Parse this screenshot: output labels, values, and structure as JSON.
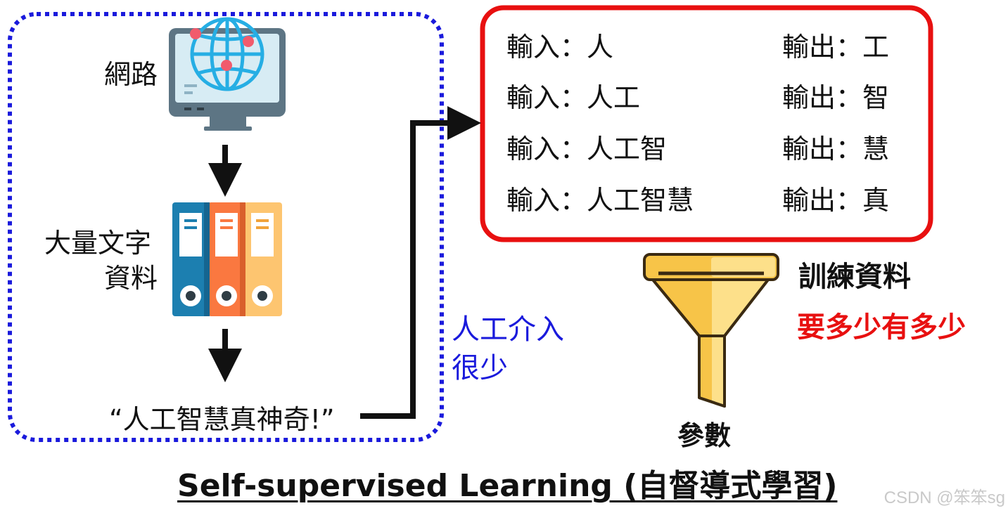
{
  "left_panel": {
    "network_label": "網路",
    "text_data_label_line1": "大量文字",
    "text_data_label_line2": "資料",
    "sentence": "“人工智慧真神奇!”"
  },
  "human_note": {
    "line1": "人工介入",
    "line2": "很少"
  },
  "pairs": [
    {
      "input": "輸入：人",
      "output": "輸出：工"
    },
    {
      "input": "輸入：人工",
      "output": "輸出：智"
    },
    {
      "input": "輸入：人工智",
      "output": "輸出：慧"
    },
    {
      "input": "輸入：人工智慧",
      "output": "輸出：真"
    }
  ],
  "training": {
    "label": "訓練資料",
    "amount": "要多少有多少"
  },
  "params_label": "參數",
  "title": "Self-supervised Learning (自督導式學習)",
  "watermark": "CSDN @笨笨sg",
  "colors": {
    "dotted_border": "#1a1adc",
    "io_border": "#e81010",
    "accent_red": "#e81010",
    "accent_blue": "#1a1adc",
    "funnel": "#f7c448",
    "book_blue": "#1c7fb0",
    "book_orange": "#fa7840",
    "book_yellow": "#fdc570"
  }
}
